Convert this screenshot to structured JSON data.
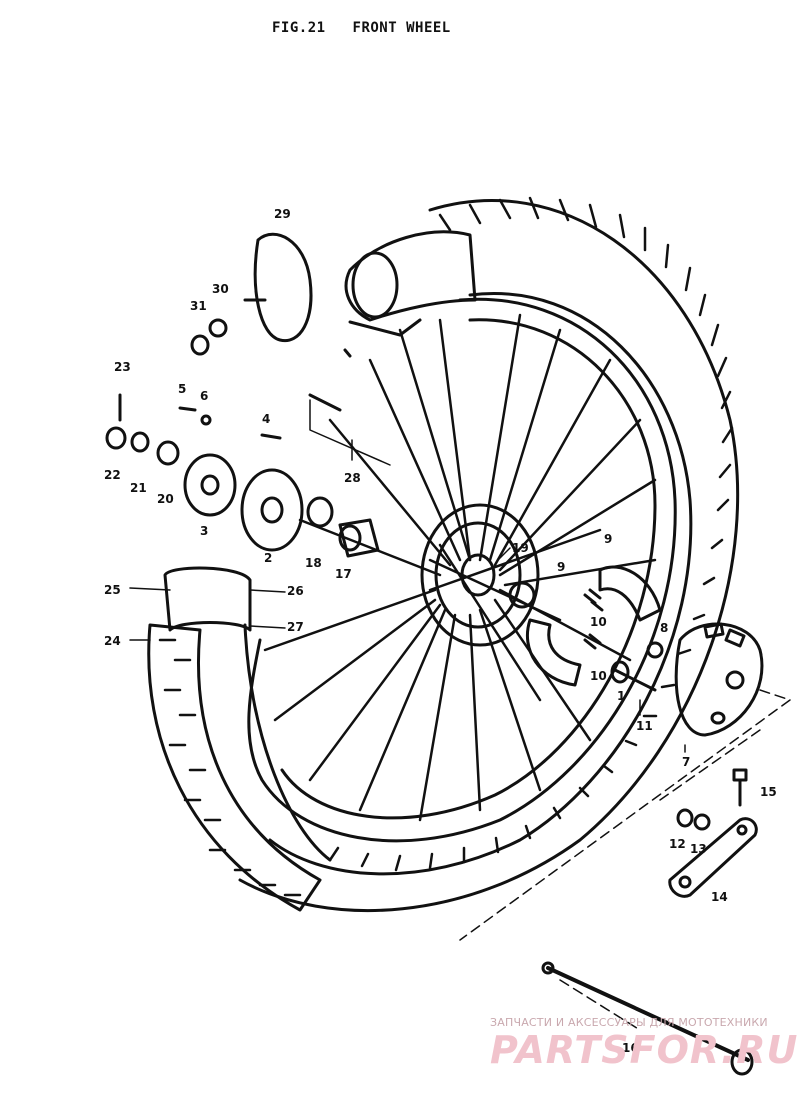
{
  "header": {
    "fig": "FIG.21",
    "title": "FRONT WHEEL"
  },
  "parts": [
    {
      "id": "p1",
      "label": "1"
    },
    {
      "id": "p2",
      "label": "2"
    },
    {
      "id": "p3",
      "label": "3"
    },
    {
      "id": "p4",
      "label": "4"
    },
    {
      "id": "p5",
      "label": "5"
    },
    {
      "id": "p6",
      "label": "6"
    },
    {
      "id": "p7",
      "label": "7"
    },
    {
      "id": "p8",
      "label": "8"
    },
    {
      "id": "p9a",
      "label": "9"
    },
    {
      "id": "p9b",
      "label": "9"
    },
    {
      "id": "p10a",
      "label": "10"
    },
    {
      "id": "p10b",
      "label": "10"
    },
    {
      "id": "p11",
      "label": "11"
    },
    {
      "id": "p12",
      "label": "12"
    },
    {
      "id": "p13",
      "label": "13"
    },
    {
      "id": "p14",
      "label": "14"
    },
    {
      "id": "p15",
      "label": "15"
    },
    {
      "id": "p16",
      "label": "16"
    },
    {
      "id": "p17",
      "label": "17"
    },
    {
      "id": "p18",
      "label": "18"
    },
    {
      "id": "p19",
      "label": "19"
    },
    {
      "id": "p20",
      "label": "20"
    },
    {
      "id": "p21",
      "label": "21"
    },
    {
      "id": "p22",
      "label": "22"
    },
    {
      "id": "p23",
      "label": "23"
    },
    {
      "id": "p24",
      "label": "24"
    },
    {
      "id": "p25",
      "label": "25"
    },
    {
      "id": "p26",
      "label": "26"
    },
    {
      "id": "p27",
      "label": "27"
    },
    {
      "id": "p28",
      "label": "28"
    },
    {
      "id": "p29",
      "label": "29"
    },
    {
      "id": "p30",
      "label": "30"
    },
    {
      "id": "p31",
      "label": "31"
    }
  ],
  "watermark": {
    "line": "ЗАПЧАСТИ И АКСЕССУАРЫ ДЛЯ МОТОТЕХНИКИ",
    "logo": "PARTSFOR.RU"
  }
}
